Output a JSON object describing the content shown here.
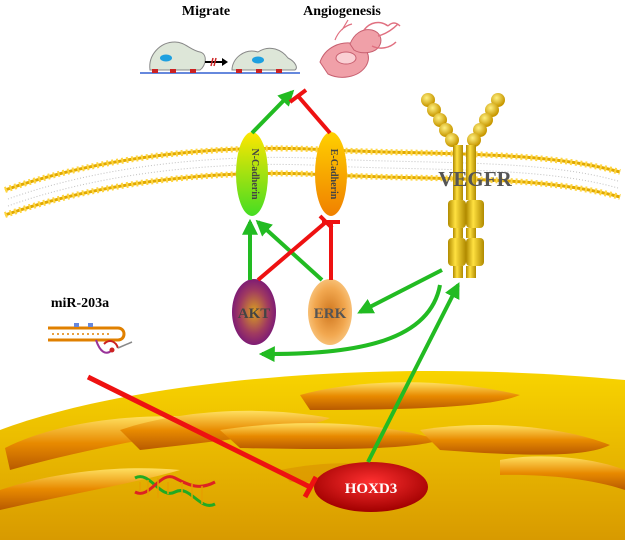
{
  "labels": {
    "migrate": "Migrate",
    "angiogenesis": "Angiogenesis",
    "n_cadherin": "N-Cadherin",
    "e_cadherin": "E-Cadherin",
    "vegfr": "VEGFR",
    "akt": "AKT",
    "erk": "ERK",
    "mirna": "miR-203a",
    "hoxd3": "HOXD3"
  },
  "colors": {
    "activation": "#22bb22",
    "inhibition": "#ee1111",
    "membrane": "#e8b400",
    "nucleus": "#f5c000",
    "hoxd3": "#d40000",
    "akt": "#8a1a7a",
    "erk": "#f0a850",
    "vegfr": "#e6c000"
  },
  "icons": [
    "migrating-cell-icon",
    "blood-vessel-icon",
    "dna-helix-icon",
    "mirna-hairpin-icon"
  ]
}
